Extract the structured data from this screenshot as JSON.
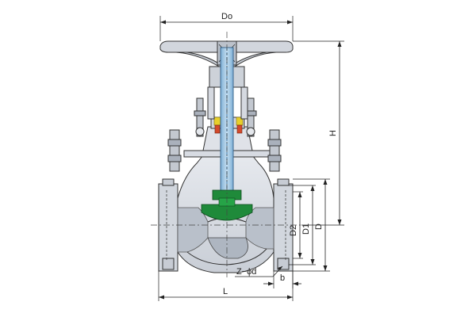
{
  "labels": {
    "handwheel_diameter": "Do",
    "height": "H",
    "length": "L",
    "d2": "D2",
    "d1": "D1",
    "d": "D",
    "bolt_holes": "Z−ϕd",
    "flange_thickness": "b"
  },
  "colors": {
    "body_fill": "#d9dde4",
    "body_shade": "#b7bec9",
    "stem": "#9ec3df",
    "stem_core": "#5c8fb8",
    "disc": "#1f8a3a",
    "packing_yellow": "#e7cf2a",
    "packing_red": "#d44a2c",
    "line": "#222222"
  }
}
